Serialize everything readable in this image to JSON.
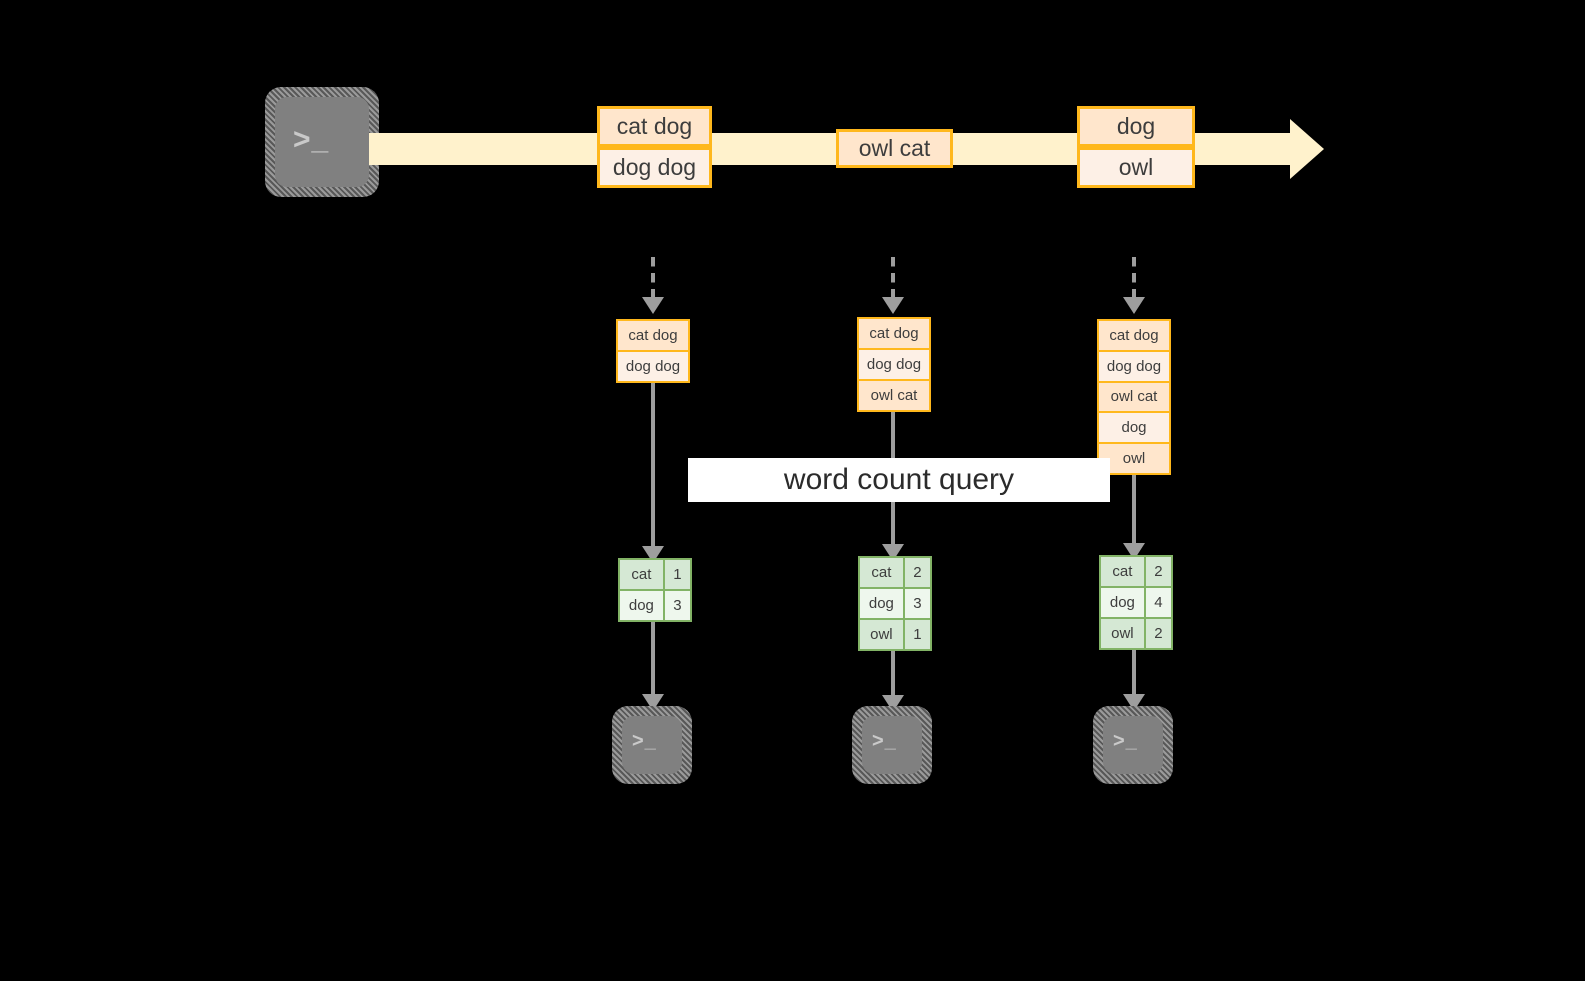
{
  "diagram": {
    "title": "word count streaming query",
    "colors": {
      "event_border": "#ffb81c",
      "event_fill": "#ffe6cc",
      "event_fill_light": "#fdf0e6",
      "stream_fill": "#fff2cc",
      "table_border": "#82b366",
      "table_fill": "#d5e8d4",
      "table_fill_light": "#eef7ed",
      "connector": "#9e9e9e",
      "terminal_fill": "#808080",
      "background": "#000000",
      "label_band": "#ffffff"
    }
  },
  "source": {
    "icon": "terminal-icon",
    "prompt": ">_"
  },
  "stream": {
    "icon": "right-arrow-icon",
    "events": [
      {
        "id": "batch-1",
        "lines": [
          "cat dog",
          "dog dog"
        ]
      },
      {
        "id": "batch-2",
        "lines": [
          "owl cat"
        ]
      },
      {
        "id": "batch-3",
        "lines": [
          "dog",
          "owl"
        ]
      }
    ]
  },
  "query_label": "word count query",
  "columns": [
    {
      "id": "trigger-1",
      "input_rows": [
        "cat dog",
        "dog dog"
      ],
      "result": {
        "rows": [
          {
            "word": "cat",
            "count": "1"
          },
          {
            "word": "dog",
            "count": "3"
          }
        ]
      },
      "sink": {
        "icon": "terminal-icon",
        "prompt": ">_"
      }
    },
    {
      "id": "trigger-2",
      "input_rows": [
        "cat dog",
        "dog dog",
        "owl cat"
      ],
      "result": {
        "rows": [
          {
            "word": "cat",
            "count": "2"
          },
          {
            "word": "dog",
            "count": "3"
          },
          {
            "word": "owl",
            "count": "1"
          }
        ]
      },
      "sink": {
        "icon": "terminal-icon",
        "prompt": ">_"
      }
    },
    {
      "id": "trigger-3",
      "input_rows": [
        "cat dog",
        "dog dog",
        "owl cat",
        "dog",
        "owl"
      ],
      "result": {
        "rows": [
          {
            "word": "cat",
            "count": "2"
          },
          {
            "word": "dog",
            "count": "4"
          },
          {
            "word": "owl",
            "count": "2"
          }
        ]
      },
      "sink": {
        "icon": "terminal-icon",
        "prompt": ">_"
      }
    }
  ]
}
